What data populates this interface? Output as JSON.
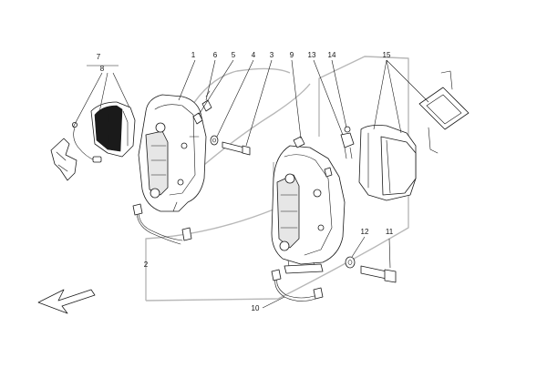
{
  "colors": {
    "line": "#1a1a1a",
    "frame": "#b8b8b8",
    "background": "#ffffff",
    "pad_dark": "#1a1a1a"
  },
  "callouts": [
    {
      "id": "c1",
      "label": "1"
    },
    {
      "id": "c2",
      "label": "2"
    },
    {
      "id": "c3",
      "label": "3"
    },
    {
      "id": "c4",
      "label": "4"
    },
    {
      "id": "c5",
      "label": "5"
    },
    {
      "id": "c6",
      "label": "6"
    },
    {
      "id": "c7",
      "label": "7"
    },
    {
      "id": "c8",
      "label": "8"
    },
    {
      "id": "c9",
      "label": "9"
    },
    {
      "id": "c10",
      "label": "10"
    },
    {
      "id": "c11",
      "label": "11"
    },
    {
      "id": "c12",
      "label": "12"
    },
    {
      "id": "c13",
      "label": "13"
    },
    {
      "id": "c14",
      "label": "14"
    },
    {
      "id": "c15",
      "label": "15"
    }
  ],
  "icons": {
    "direction": "direction-arrow-icon"
  }
}
